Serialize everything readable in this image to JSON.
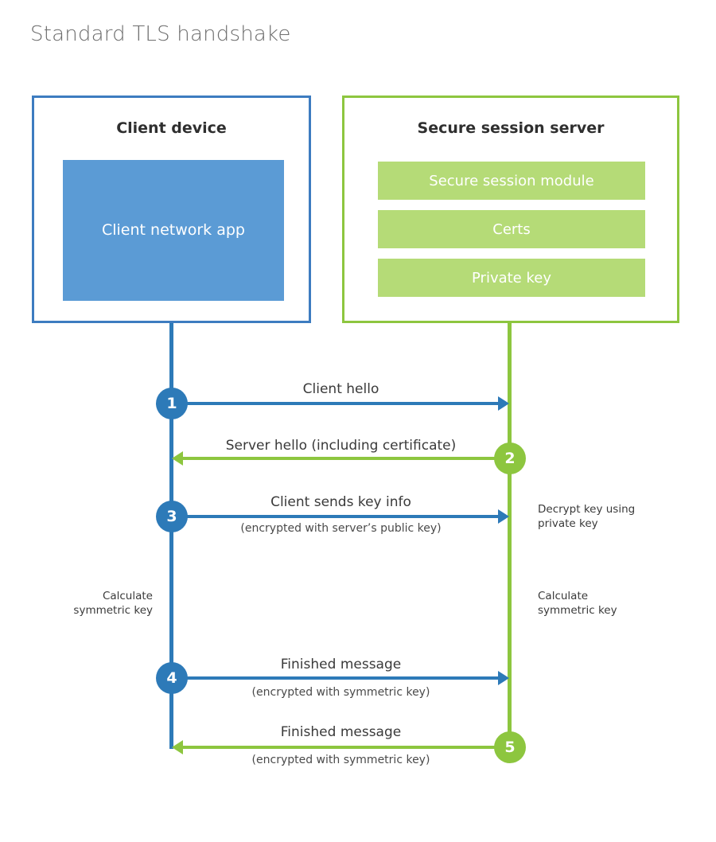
{
  "title": "Standard TLS handshake",
  "panels": {
    "client": {
      "heading": "Client device",
      "app_label": "Client network app"
    },
    "server": {
      "heading": "Secure session server",
      "bars": [
        {
          "label": "Secure session module"
        },
        {
          "label": "Certs"
        },
        {
          "label": "Private key"
        }
      ]
    }
  },
  "steps": [
    {
      "number": "1",
      "label": "Client hello",
      "sub": "",
      "direction": "client-to-server",
      "color": "#2d7ab8"
    },
    {
      "number": "2",
      "label": "Server hello (including certificate)",
      "sub": "",
      "direction": "server-to-client",
      "color": "#8dc63f"
    },
    {
      "number": "3",
      "label": "Client sends key info",
      "sub": "(encrypted with server’s public key)",
      "direction": "client-to-server",
      "color": "#2d7ab8"
    },
    {
      "number": "4",
      "label": "Finished message",
      "sub": "(encrypted with symmetric key)",
      "direction": "client-to-server",
      "color": "#2d7ab8"
    },
    {
      "number": "5",
      "label": "Finished message",
      "sub": "(encrypted with symmetric key)",
      "direction": "server-to-client",
      "color": "#8dc63f"
    }
  ],
  "notes": {
    "server_decrypt": "Decrypt key using\nprivate key",
    "server_decrypt_line1": "Decrypt key using",
    "server_decrypt_line2": "private key",
    "client_calc_line1": "Calculate",
    "client_calc_line2": "symmetric key",
    "server_calc_line1": "Calculate",
    "server_calc_line2": "symmetric key"
  },
  "colors": {
    "blue_border": "#3d7cc0",
    "blue_fill": "#5b9bd5",
    "blue_accent": "#2d7ab8",
    "green_border": "#8dc63f",
    "green_fill": "#b5db77",
    "title_gray": "#6d6d6d",
    "background": "#ffffff"
  }
}
